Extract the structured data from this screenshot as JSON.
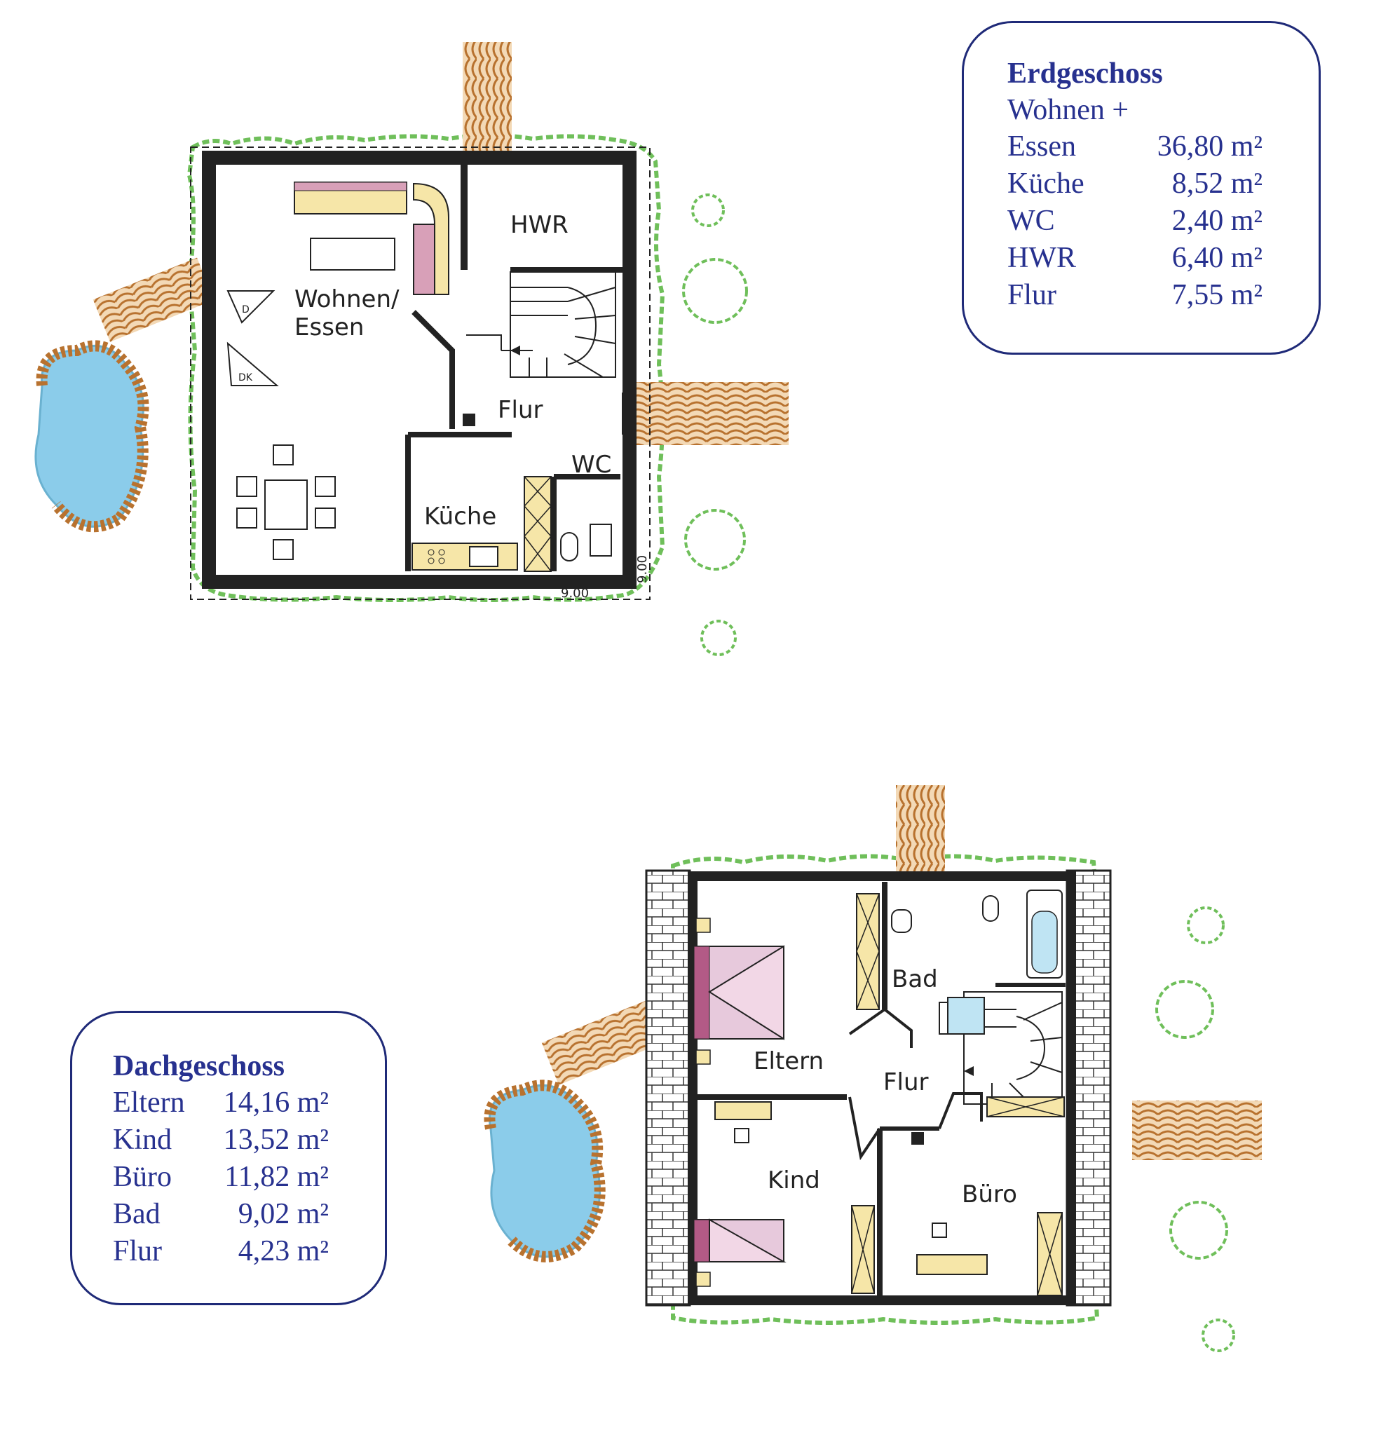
{
  "erdgeschoss": {
    "title": "Erdgeschoss",
    "subtitle": "Wohnen +",
    "rows": [
      {
        "name": "Essen",
        "area": "36,80 m²"
      },
      {
        "name": "Küche",
        "area": "8,52 m²"
      },
      {
        "name": "WC",
        "area": "2,40 m²"
      },
      {
        "name": "HWR",
        "area": "6,40 m²"
      },
      {
        "name": "Flur",
        "area": "7,55 m²"
      }
    ],
    "plan_labels": {
      "wohnen": "Wohnen/",
      "essen": "Essen",
      "hwr": "HWR",
      "flur": "Flur",
      "wc": "WC",
      "kueche": "Küche",
      "d": "D",
      "dk": "DK",
      "dim_width": "9.00",
      "dim_depth": "9.00"
    }
  },
  "dachgeschoss": {
    "title": "Dachgeschoss",
    "rows": [
      {
        "name": "Eltern",
        "area": "14,16 m²"
      },
      {
        "name": "Kind",
        "area": "13,52 m²"
      },
      {
        "name": "Büro",
        "area": "11,82 m²"
      },
      {
        "name": "Bad",
        "area": "9,02 m²"
      },
      {
        "name": "Flur",
        "area": "4,23 m²"
      }
    ],
    "plan_labels": {
      "eltern": "Eltern",
      "bad": "Bad",
      "flur": "Flur",
      "kind": "Kind",
      "buero": "Büro"
    }
  },
  "colors": {
    "box_border": "#1f2a78",
    "box_text": "#27318f",
    "wall": "#222222",
    "hedge": "#6fbf5a",
    "path": "#b8722f",
    "pond": "#7fc7e8",
    "bed": "#b35a86",
    "furniture_fill": "#f6e6a8"
  }
}
